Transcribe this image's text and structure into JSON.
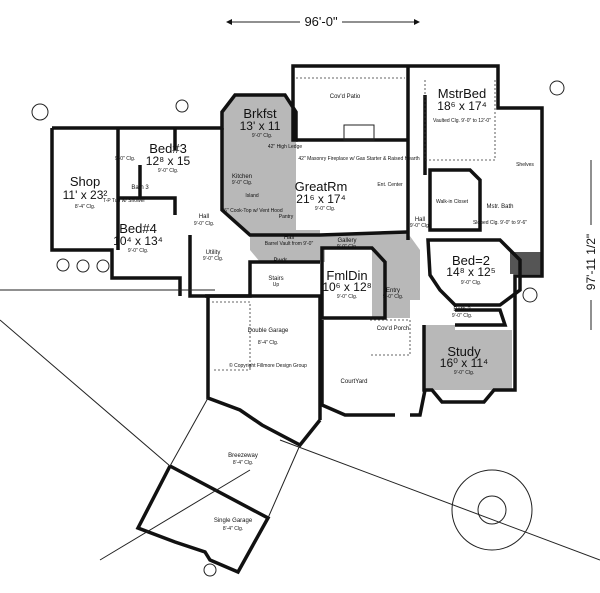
{
  "dimensions": {
    "width": "96'-0\"",
    "depth": "97'-11 1/2\""
  },
  "copyright": "© Copyright Fillmore Design Group",
  "rooms": {
    "shop": {
      "name": "Shop",
      "size": "11' x 23²",
      "ceiling": "8'-4\" Clg."
    },
    "bed3": {
      "name": "Bed#3",
      "size": "12⁸ x 15",
      "ceiling": "9'-0\" Clg."
    },
    "bath3": {
      "name": "Bath 3",
      "ceiling": "9'-0\" Clg.",
      "tub": "T-P Tub w/ Shower"
    },
    "bed4": {
      "name": "Bed#4",
      "size": "10⁴ x 13⁴",
      "ceiling": "9'-0\" Clg."
    },
    "brkfst": {
      "name": "Brkfst",
      "size": "13' x 11",
      "ceiling": "9'-0\" Clg."
    },
    "kitchen": {
      "name": "Kitchen",
      "ceiling": "9'-0\" Clg.",
      "island": "Island",
      "cooktop": "36\" Cook-Top w/ Vent Hood",
      "ledge": "42\" High Ledge",
      "pantry": "Pantry"
    },
    "greatrm": {
      "name": "GreatRm",
      "size": "21⁶ x 17⁴",
      "ceiling": "9'-0\" Clg.",
      "fireplace": "42\" Masonry Fireplace w/ Gas Starter & Raised Hearth",
      "ent_center": "Ent. Center"
    },
    "patio": {
      "name": "Cov'd Patio"
    },
    "mstrbed": {
      "name": "MstrBed",
      "size": "18⁶ x 17⁴",
      "ceiling": "Vaulted Clg. 9'-0\" to 12'-0\""
    },
    "mstrbath": {
      "name": "Mstr. Bath",
      "ceiling": "Sloped Clg. 9'-0\" to 9'-6\"",
      "closet": "Walk-in Closet",
      "shelves": "Shelves"
    },
    "hall_east": {
      "name": "Hall",
      "ceiling": "9'-0\" Clg."
    },
    "hall_west": {
      "name": "Hall",
      "ceiling": "9'-0\" Clg."
    },
    "hall_center": {
      "name": "Hall",
      "note": "Barrel Vault from 9'-0\""
    },
    "gallery": {
      "name": "Gallery",
      "ceiling": "9'-0\" Clg."
    },
    "fmldin": {
      "name": "FmlDin",
      "size": "10⁶ x 12⁸",
      "ceiling": "9'-0\" Clg."
    },
    "entry": {
      "name": "Entry",
      "ceiling": "9'-0\" Clg."
    },
    "bed2": {
      "name": "Bed=2",
      "size": "14⁸ x 12⁵",
      "ceiling": "9'-0\" Clg."
    },
    "bath2": {
      "name": "Bath 2",
      "ceiling": "9'-0\" Clg."
    },
    "porch": {
      "name": "Cov'd Porch"
    },
    "study": {
      "name": "Study",
      "size": "16⁰ x 11⁴",
      "ceiling": "9'-0\" Clg."
    },
    "utility": {
      "name": "Utility",
      "ceiling": "9'-0\" Clg."
    },
    "pwdr": {
      "name": "Pwdr."
    },
    "stairs": {
      "name": "Stairs",
      "dir": "Up"
    },
    "garage": {
      "name": "Double Garage",
      "ceiling": "8'-4\" Clg."
    },
    "courtyard": {
      "name": "CourtYard"
    },
    "breezeway": {
      "name": "Breezeway",
      "ceiling": "8'-4\" Clg."
    },
    "single_garage": {
      "name": "Single Garage",
      "ceiling": "8'-4\" Clg."
    }
  }
}
